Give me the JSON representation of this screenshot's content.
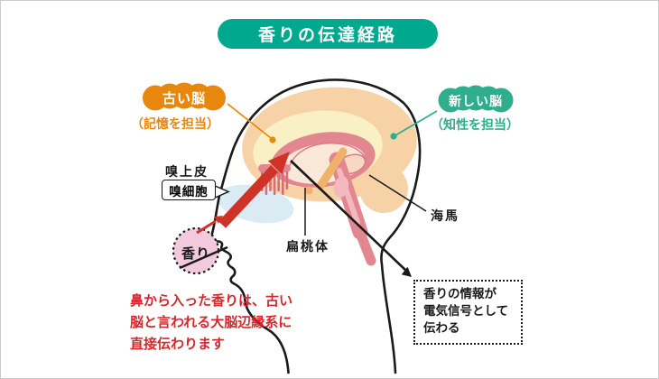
{
  "title": "香りの伝達経路",
  "diagram": {
    "old_brain": {
      "label": "古い脳",
      "caption": "（記憶を担当）"
    },
    "new_brain": {
      "label": "新しい脳",
      "caption": "（知性を担当）"
    },
    "olfactory_epithelium_label": "嗅上皮",
    "olfactory_cell_label": "嗅細胞",
    "scent_label": "香り",
    "amygdala_label": "扁桃体",
    "hippocampus_label": "海馬",
    "signal_note": {
      "line1": "香りの情報が",
      "line2": "電気信号として",
      "line3": "伝わる"
    },
    "bottom_note": {
      "line1": "鼻から入った香りは、古い",
      "line2": "脳と言われる大脳辺縁系に",
      "line3": "直接伝わります"
    }
  },
  "colors": {
    "teal": "#00A88E",
    "teal-bubble": "#2FAD8C",
    "orange": "#E8870E",
    "arrow-red": "#CF3328",
    "note-red": "#D7262C",
    "scent-pink": "#F3CADD",
    "brain-peach": "#F6D2A6",
    "brain-cream": "#FAF0C6",
    "limbic-pink": "#E2868F",
    "stick-orange": "#F0B269",
    "nasal-blue": "#DAEBF3",
    "outline-black": "#1A1A1A"
  }
}
